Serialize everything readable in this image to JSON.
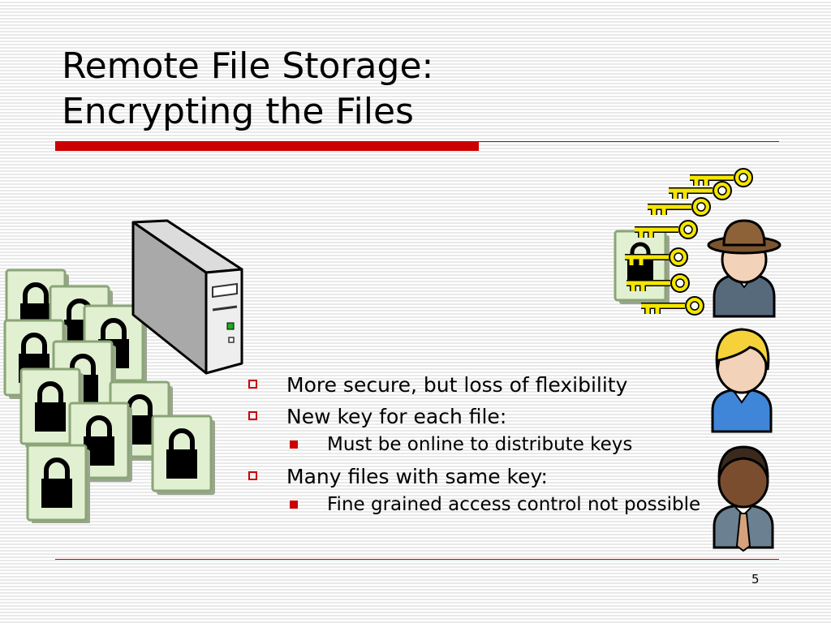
{
  "slide": {
    "title_line1": "Remote File Storage:",
    "title_line2": "Encrypting the Files",
    "page_number": "5"
  },
  "bullets": [
    {
      "text": "More secure, but loss of flexibility"
    },
    {
      "text": "New key for each file:",
      "sub": [
        {
          "text": "Must be online to distribute keys"
        }
      ]
    },
    {
      "text": "Many files with same key:",
      "sub": [
        {
          "text": "Fine grained access control not possible"
        }
      ]
    }
  ],
  "colors": {
    "accent": "#cc0000",
    "file_fill": "#e2f0d2",
    "file_border": "#8aa577",
    "key_fill": "#f5e600"
  },
  "icons": [
    "locked-file-icon",
    "server-tower-icon",
    "golden-key-icon",
    "person-hat-icon",
    "person-blond-icon",
    "person-tie-icon"
  ]
}
